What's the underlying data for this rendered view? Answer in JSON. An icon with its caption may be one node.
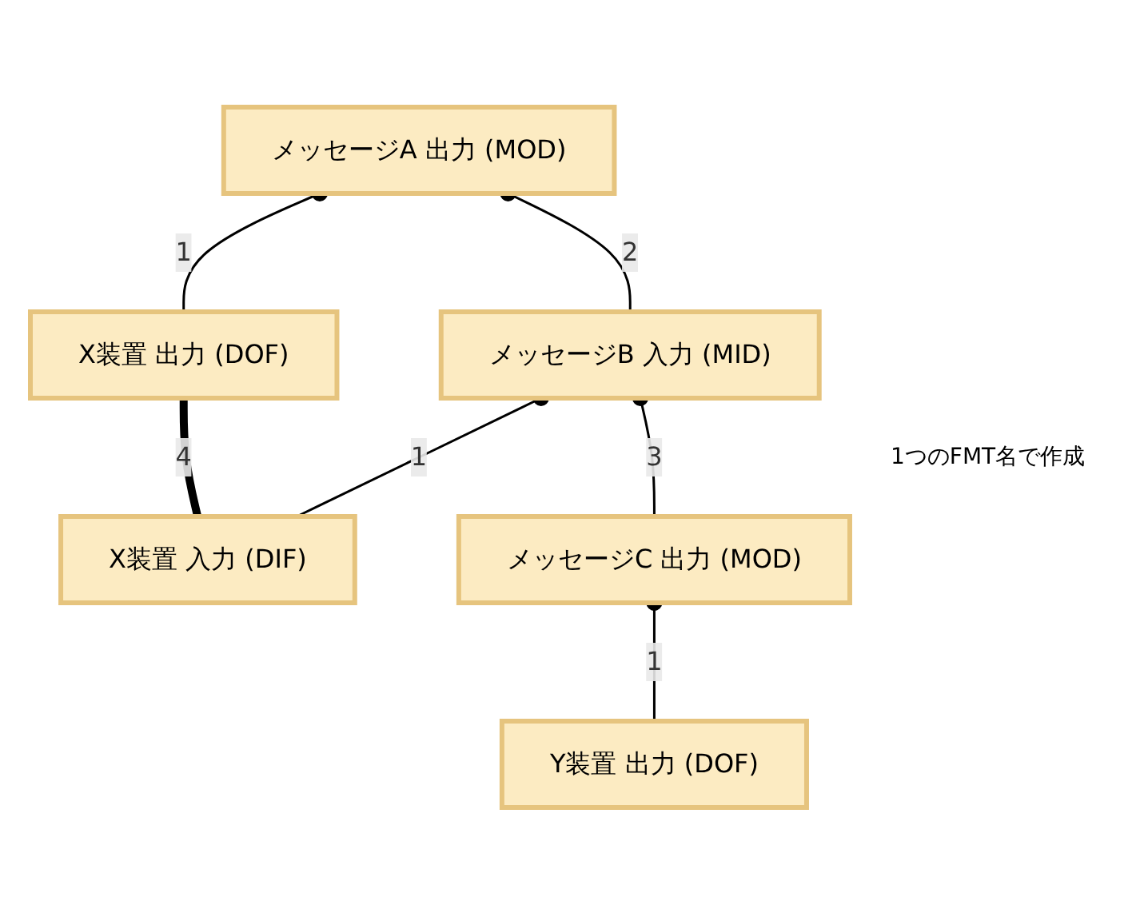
{
  "diagram": {
    "nodes": [
      {
        "text": [
          "メッセージA 出力 (MOD)"
        ]
      },
      {
        "text": [
          "X装置 出力 (DOF)"
        ]
      },
      {
        "text": [
          "メッセージB 入力 (MID)"
        ]
      },
      {
        "text": [
          "X装置 入力 (DIF)"
        ]
      },
      {
        "text": [
          "メッセージC 出力 (MOD)"
        ]
      },
      {
        "text": [
          "Y装置 出力 (DOF)"
        ]
      }
    ],
    "edges": [
      {
        "from": 0,
        "to": 1,
        "arrow": "other",
        "label": "1"
      },
      {
        "from": 0,
        "to": 2,
        "arrow": "other",
        "label": "2"
      },
      {
        "from": 2,
        "to": 3,
        "arrow": "other",
        "label": "1"
      },
      {
        "from": 2,
        "to": 4,
        "arrow": "other",
        "label": "3"
      },
      {
        "from": 4,
        "to": 5,
        "arrow": "other",
        "label": "1"
      },
      {
        "from": 1,
        "to": 3,
        "arrow": "none",
        "label": "4",
        "style": "thick"
      }
    ],
    "labels": [
      "1つのFMT名で作成"
    ]
  }
}
